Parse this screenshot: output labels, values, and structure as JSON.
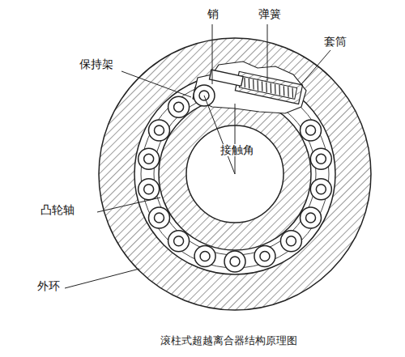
{
  "diagram": {
    "caption": "滚柱式超越离合器结构原理图",
    "labels": [
      "销",
      "弹簧",
      "套筒",
      "保持架",
      "接触角",
      "凸轮轴",
      "外环"
    ]
  }
}
